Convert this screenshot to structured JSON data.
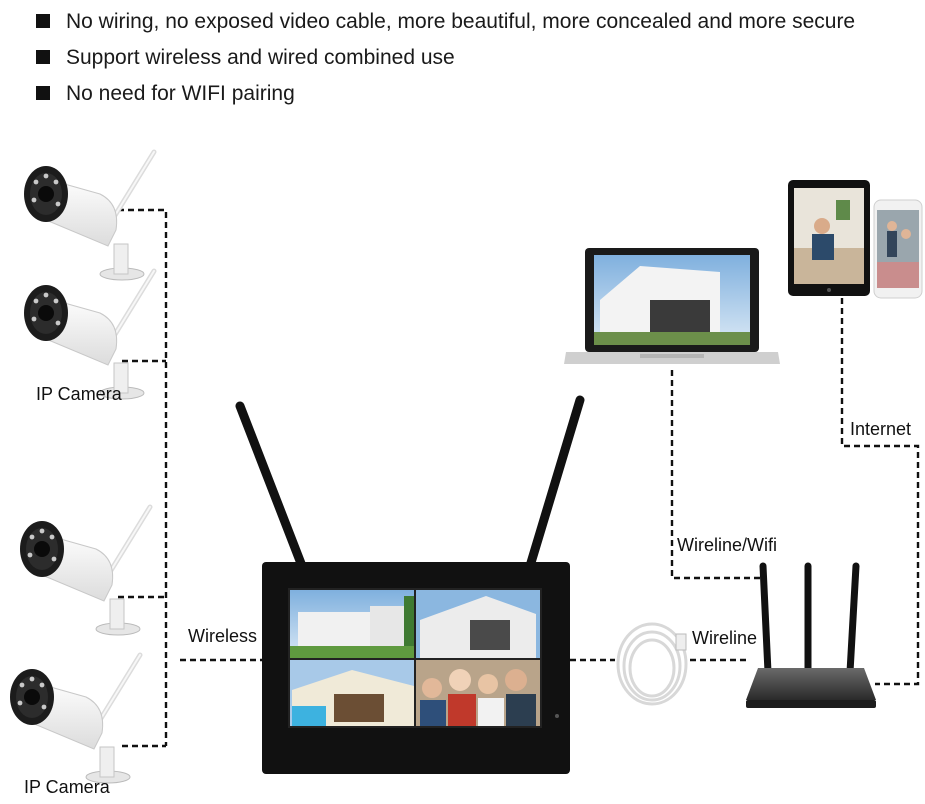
{
  "features": [
    "No wiring, no exposed video cable, more beautiful, more concealed and more secure",
    "Support wireless and wired combined use",
    "No need for WIFI pairing"
  ],
  "labels": {
    "camera_group_top": "IP Camera",
    "camera_group_bottom": "IP Camera",
    "wireless": "Wireless",
    "wireline": "Wireline",
    "wireline_wifi": "Wireline/Wifi",
    "internet": "Internet"
  },
  "colors": {
    "line": "#111111",
    "camera_body": "#f4f4f4",
    "device_black": "#111111",
    "router_body": "#3a3a3a"
  }
}
